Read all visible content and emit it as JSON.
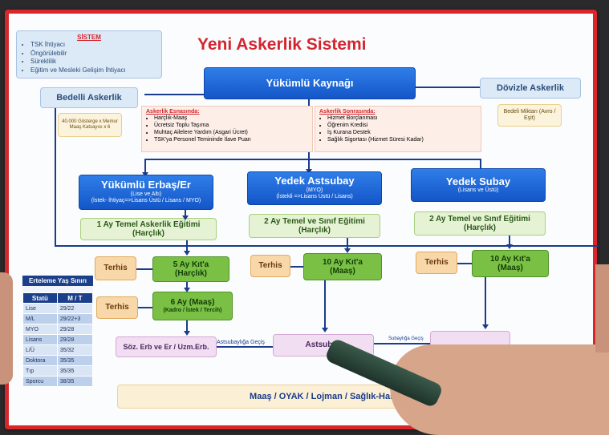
{
  "title": "Yeni Askerlik Sistemi",
  "sistem": {
    "heading": "SİSTEM",
    "items": [
      "TSK İhtiyacı",
      "Öngörülebilir",
      "Süreklilik",
      "Eğitim ve Mesleki Gelişim İhtiyacı"
    ]
  },
  "source": "Yükümlü Kaynağı",
  "bedelli": {
    "label": "Bedelli Askerlik",
    "note": "40.000 Gösterge x Memur Maaş Katsayısı x 6"
  },
  "dovizle": {
    "label": "Dövizle Askerlik",
    "note": "Bedeli Miktarı (Avro / Eşit)"
  },
  "during": {
    "heading": "Askerlik Esnasında:",
    "items": [
      "Harçlık-Maaş",
      "Ücretsiz Toplu Taşıma",
      "Muhtaç Ailelere Yardım (Asgari Ücret)",
      "TSK'ya Personel Temininde İlave Puan"
    ]
  },
  "after": {
    "heading": "Askerlik Sonrasında:",
    "items": [
      "Hizmet Borçlanması",
      "Öğrenim Kredisi",
      "İş Kurana Destek",
      "Sağlık Sigortası (Hizmet Süresi Kadar)"
    ]
  },
  "erbas": {
    "title": "Yükümlü Erbaş/Er",
    "sub1": "(Lise ve Altı)",
    "sub2": "(İstek- İhtiyaç=>Lisans Üstü / Lisans / MYO)",
    "training": "1 Ay Temel Askerlik Eğitimi (Harçlık)",
    "terhis1": "Terhis",
    "kita": "5 Ay Kıt'a",
    "kita_sub": "(Harçlık)",
    "terhis2": "Terhis",
    "six": "6 Ay (Maaş)",
    "six_sub": "(Kadro / İstek / Tercih)",
    "soz": "Söz. Erb ve Er / Uzm.Erb."
  },
  "astsubay": {
    "title": "Yedek Astsubay",
    "sub": "(İstekli =>Lisans Üstü / Lisans)",
    "sub0": "(MYO)",
    "training": "2 Ay Temel ve Sınıf Eğitimi (Harçlık)",
    "terhis": "Terhis",
    "kita": "10 Ay Kıt'a",
    "kita_sub": "(Maaş)",
    "end": "Astsubay"
  },
  "subay": {
    "title": "Yedek Subay",
    "sub": "(Lisans ve Üstü)",
    "training": "2 Ay Temel ve Sınıf Eğitimi (Harçlık)",
    "terhis": "Terhis",
    "kita": "10 Ay Kıt'a",
    "kita_sub": "(Maaş)"
  },
  "transition1": "Astsubaylığa Geçiş",
  "transition2": "Subaylığa Geçiş",
  "bottom": "Maaş / OYAK / Lojman / Sağlık-Hastane /",
  "erteleme": {
    "title": "Erteleme Yaş Sınırı",
    "headers": [
      "Statü",
      "M / T"
    ],
    "rows": [
      [
        "Lise",
        "29/22"
      ],
      [
        "M/L",
        "29/22+3"
      ],
      [
        "MYO",
        "29/28"
      ],
      [
        "Lisans",
        "29/28"
      ],
      [
        "L/Ü",
        "35/32"
      ],
      [
        "Doktora",
        "35/35"
      ],
      [
        "Tıp",
        "35/35"
      ],
      [
        "Sporcu",
        "38/35"
      ]
    ]
  }
}
